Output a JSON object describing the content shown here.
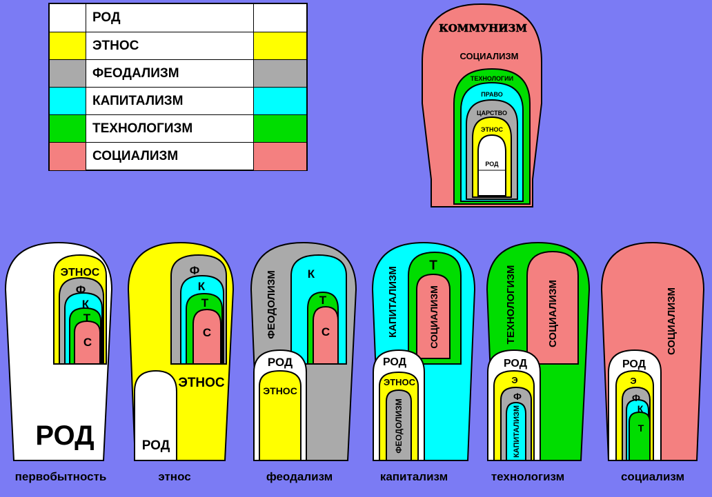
{
  "colors": {
    "rod": "#ffffff",
    "ethnos": "#ffff00",
    "feudalism": "#aaaaaa",
    "capitalism": "#00ffff",
    "technologism": "#00dd00",
    "socialism": "#f48080",
    "background": "#7b7bf4"
  },
  "legend": [
    {
      "label": "РОД",
      "color": "#ffffff"
    },
    {
      "label": "ЭТНОС",
      "color": "#ffff00"
    },
    {
      "label": "ФЕОДАЛИЗМ",
      "color": "#aaaaaa"
    },
    {
      "label": "КАПИТАЛИЗМ",
      "color": "#00ffff"
    },
    {
      "label": "ТЕХНОЛОГИЗМ",
      "color": "#00dd00"
    },
    {
      "label": "СОЦИАЛИЗМ",
      "color": "#f48080"
    }
  ],
  "nested": {
    "kommunizm": "КОММУНИЗМ",
    "socializm": "СОЦИАЛИЗМ",
    "tehnologii": "ТЕХНОЛОГИИ",
    "pravo": "ПРАВО",
    "carstvo": "ЦАРСТВО",
    "etnos": "ЭТНОС",
    "rod": "РОД"
  },
  "stages": [
    {
      "caption": "первобытность",
      "main": "РОД",
      "inner": [
        "ЭТНОС",
        "Ф",
        "К",
        "Т",
        "С"
      ]
    },
    {
      "caption": "этнос",
      "main": "ЭТНОС",
      "old": "РОД",
      "inner": [
        "Ф",
        "К",
        "Т",
        "С"
      ]
    },
    {
      "caption": "феодализм",
      "main": "ФЕОДОЛИЗМ",
      "old": [
        "РОД",
        "ЭТНОС"
      ],
      "inner": [
        "К",
        "Т",
        "С"
      ]
    },
    {
      "caption": "капитализм",
      "main": "КАПИТАЛИЗМ",
      "old": [
        "РОД",
        "ЭТНОС",
        "ФЕОДОЛИЗМ"
      ],
      "inner": [
        "Т",
        "СОЦИАЛИЗМ"
      ]
    },
    {
      "caption": "технологизм",
      "main": "ТЕХНОЛОГИЗМ",
      "old": [
        "РОД",
        "Э",
        "Ф",
        "КАПИТАЛИЗМ"
      ],
      "inner": [
        "СОЦИАЛИЗМ"
      ]
    },
    {
      "caption": "социализм",
      "main": "СОЦИАЛИЗМ",
      "old": [
        "РОД",
        "Э",
        "Ф",
        "К",
        "Т"
      ]
    }
  ]
}
